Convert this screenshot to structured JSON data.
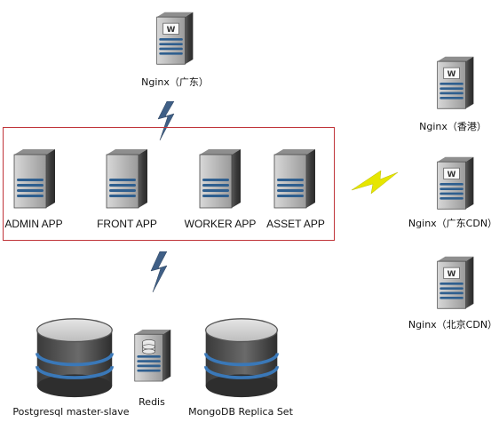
{
  "nodes": {
    "nginx_gd": "Nginx（广东）",
    "nginx_hk": "Nginx（香港）",
    "nginx_gd_cdn": "Nginx（广东CDN）",
    "nginx_bj_cdn": "Nginx（北京CDN）",
    "admin_app": "ADMIN APP",
    "front_app": "FRONT APP",
    "worker_app": "WORKER APP",
    "asset_app": "ASSET APP",
    "postgres": "Postgresql master-slave",
    "redis": "Redis",
    "mongodb": "MongoDB Replica Set"
  },
  "icons": {
    "web_server": "web-server-icon",
    "app_server": "server-tower-icon",
    "database": "database-cylinder-icon",
    "db_server": "database-server-icon",
    "connector": "lightning-link-icon"
  },
  "colors": {
    "group_border": "#c0353a",
    "link_blue": "#3f5f86",
    "link_yellow": "#e6e600"
  }
}
